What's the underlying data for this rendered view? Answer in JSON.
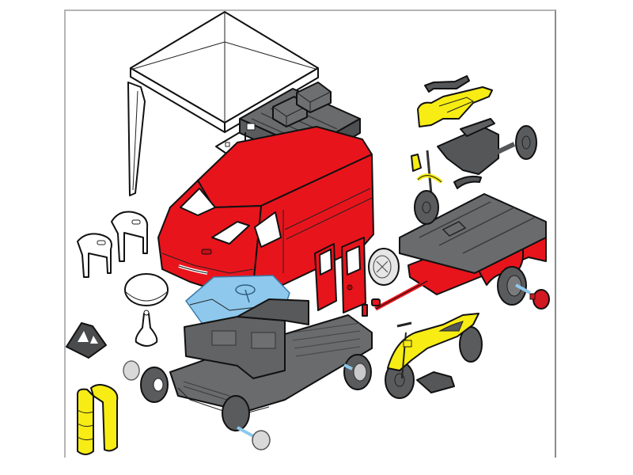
{
  "diagram": {
    "type": "exploded-assembly-illustration",
    "has_text": false,
    "colors": {
      "van_body": "#e8141c",
      "plastic_gray": "#5f6062",
      "gray_light": "#8a8b8d",
      "interior_blue": "#8ec8ec",
      "accent_yellow": "#f7ec14",
      "accessory_white": "#ffffff",
      "outline": "#111111",
      "frame_border": "#b4b4b4"
    },
    "parts": [
      {
        "id": "canopy",
        "label": "Canopy tent (white)"
      },
      {
        "id": "canopy-leg",
        "label": "Canopy leg"
      },
      {
        "id": "canopy-plate",
        "label": "Mounting plate"
      },
      {
        "id": "roof-rack",
        "label": "Roof rack (gray)"
      },
      {
        "id": "jerry-cans",
        "label": "Jerry cans x2"
      },
      {
        "id": "van-body",
        "label": "Van body shell (red)"
      },
      {
        "id": "rear-doors",
        "label": "Rear doors (red)"
      },
      {
        "id": "interior-tub",
        "label": "Interior / dashboard (blue)"
      },
      {
        "id": "chassis",
        "label": "Chassis with seats (gray)"
      },
      {
        "id": "van-wheels",
        "label": "Van wheels with hubcaps"
      },
      {
        "id": "chairs",
        "label": "Patio chairs x2 (white)"
      },
      {
        "id": "table-top",
        "label": "Round table top"
      },
      {
        "id": "table-base",
        "label": "Table pedestal"
      },
      {
        "id": "bike-stand",
        "label": "Motorcycle stand (gray)"
      },
      {
        "id": "barrel",
        "label": "Oil barrel (yellow)"
      },
      {
        "id": "trailer-deck",
        "label": "Trailer deck (gray)"
      },
      {
        "id": "trailer-frame",
        "label": "Trailer frame with fender (red)"
      },
      {
        "id": "spare-wheel",
        "label": "Spare wheel (white)"
      },
      {
        "id": "trailer-wheel",
        "label": "Trailer wheel with axle and red hub"
      },
      {
        "id": "bike-seat",
        "label": "Motorcycle seat (gray)"
      },
      {
        "id": "bike-tank",
        "label": "Motorcycle tank/body (yellow)"
      },
      {
        "id": "bike-frame",
        "label": "Motorcycle frame & engine (gray)"
      },
      {
        "id": "bike-fender",
        "label": "Front fender / number plate (yellow)"
      },
      {
        "id": "motorcycle-assembled",
        "label": "Assembled motorcycle on stand"
      }
    ]
  }
}
